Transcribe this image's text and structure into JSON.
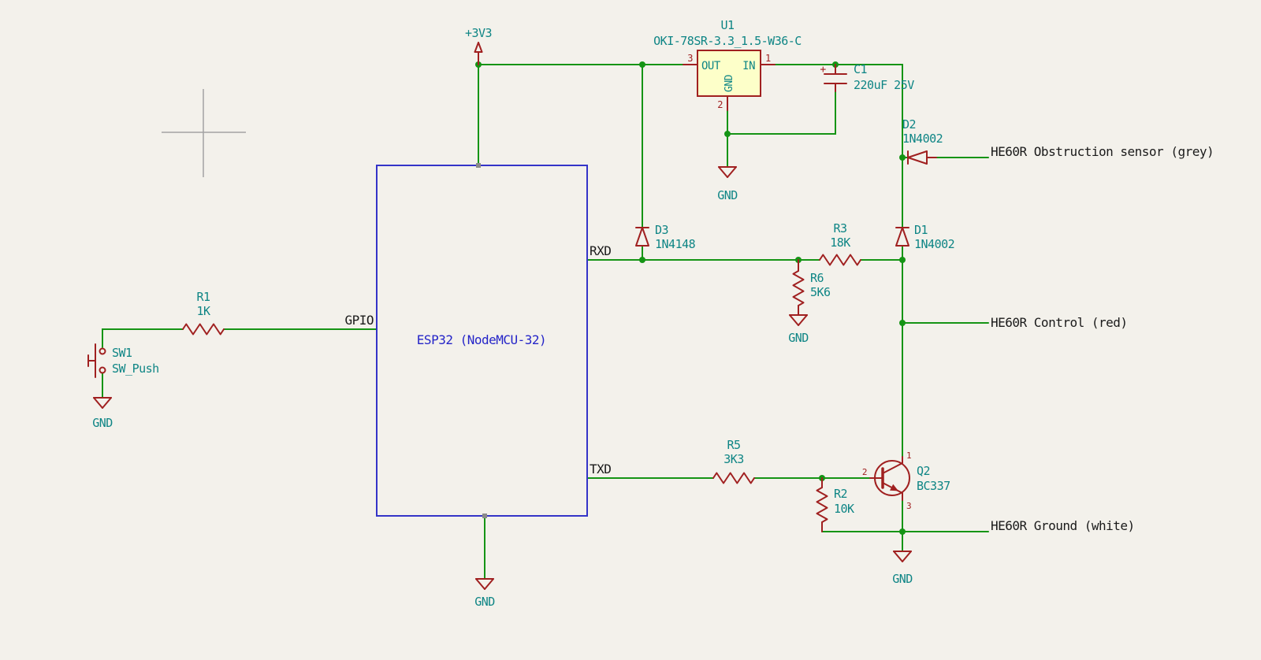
{
  "canvas": {
    "background": "#F3F1EB",
    "wire_color": "#159415",
    "component_color": "#A02020",
    "value_text_color": "#0E8585",
    "net_text_color": "#1A1A1A",
    "block_outline_color": "#3434C8",
    "regulator_fill": "#FDFFC9"
  },
  "power": {
    "plus3v3": "+3V3",
    "gnd": "GND"
  },
  "net_labels": {
    "rxd": "RXD",
    "txd": "TXD",
    "gpio": "GPIO"
  },
  "external_connections": {
    "obstruction_sensor": "HE60R Obstruction sensor (grey)",
    "control": "HE60R Control (red)",
    "ground": "HE60R Ground (white)"
  },
  "components": {
    "U1": {
      "ref": "U1",
      "value": "OKI-78SR-3.3_1.5-W36-C",
      "pin_names": {
        "out": "OUT",
        "in": "IN",
        "gnd": "GND"
      },
      "pin_numbers": {
        "out": "3",
        "in": "1",
        "gnd": "2"
      }
    },
    "C1": {
      "ref": "C1",
      "value": "220uF 25V",
      "polarity_mark": "+"
    },
    "D1": {
      "ref": "D1",
      "value": "1N4002"
    },
    "D2": {
      "ref": "D2",
      "value": "1N4002"
    },
    "D3": {
      "ref": "D3",
      "value": "1N4148"
    },
    "R1": {
      "ref": "R1",
      "value": "1K"
    },
    "R2": {
      "ref": "R2",
      "value": "10K"
    },
    "R3": {
      "ref": "R3",
      "value": "18K"
    },
    "R5": {
      "ref": "R5",
      "value": "3K3"
    },
    "R6": {
      "ref": "R6",
      "value": "5K6"
    },
    "Q2": {
      "ref": "Q2",
      "value": "BC337",
      "pin_numbers": {
        "collector": "1",
        "base": "2",
        "emitter": "3"
      }
    },
    "SW1": {
      "ref": "SW1",
      "value": "SW_Push"
    },
    "ESP32": {
      "label": "ESP32 (NodeMCU-32)"
    }
  }
}
